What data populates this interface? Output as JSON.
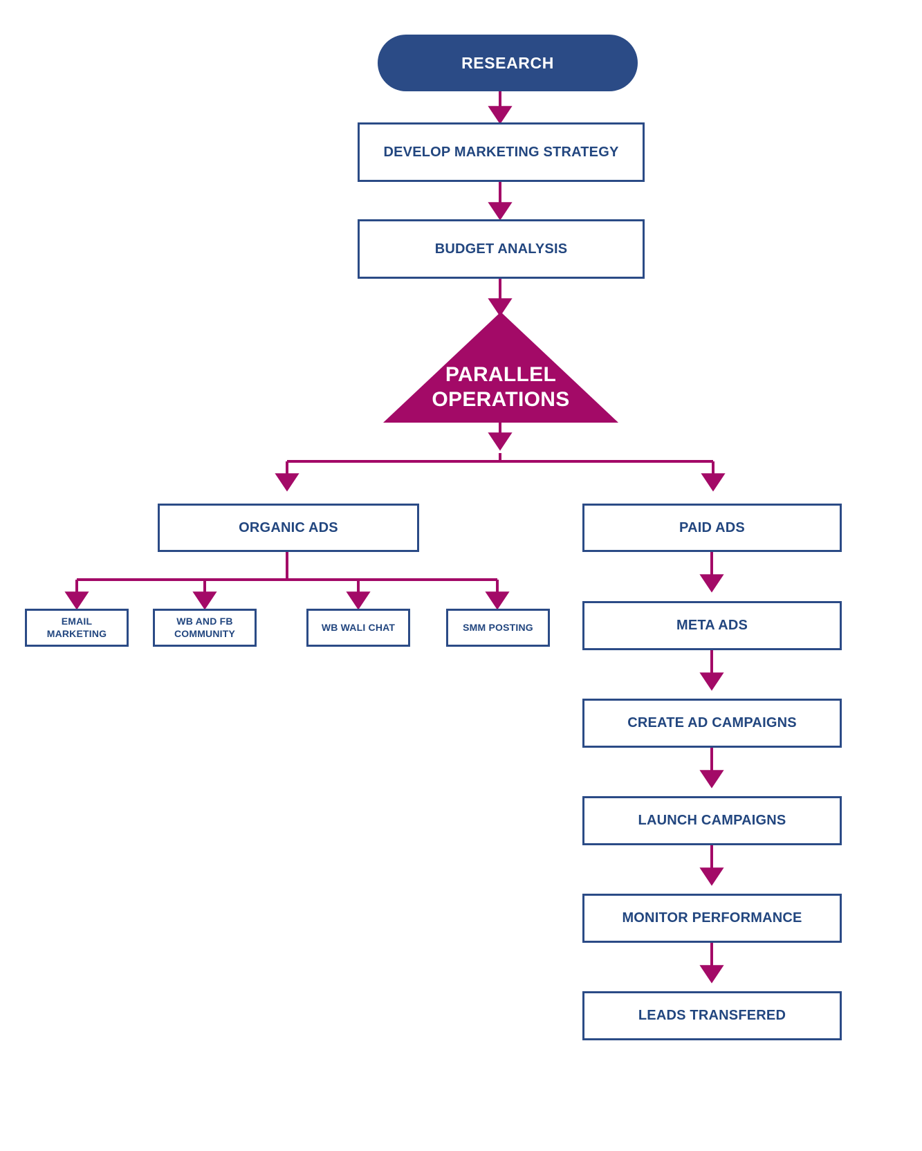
{
  "diagram": {
    "title": "Marketing Operations Flowchart",
    "colors": {
      "node_blue": "#2b4b86",
      "text_blue": "#22467f",
      "magenta": "#A30A67",
      "background": "#ffffff",
      "pill_fill": "#2b4b86",
      "triangle_fill": "#A30A67"
    },
    "nodes": {
      "research": "RESEARCH",
      "develop_marketing_strategy": "DEVELOP MARKETING STRATEGY",
      "budget_analysis": "BUDGET ANALYSIS",
      "parallel_operations_line1": "PARALLEL",
      "parallel_operations_line2": "OPERATIONS",
      "organic_ads": "ORGANIC ADS",
      "paid_ads": "PAID ADS",
      "email_marketing_line1": "EMAIL",
      "email_marketing_line2": "MARKETING",
      "wb_fb_community_line1": "WB AND FB",
      "wb_fb_community_line2": "COMMUNITY",
      "wb_wali_chat": "WB WALI CHAT",
      "smm_posting": "SMM POSTING",
      "meta_ads": "META ADS",
      "create_ad_campaigns": "CREATE AD CAMPAIGNS",
      "launch_campaigns": "LAUNCH CAMPAIGNS",
      "monitor_performance": "MONITOR PERFORMANCE",
      "leads_transfered": "LEADS TRANSFERED"
    },
    "flow": {
      "sequence": [
        "RESEARCH",
        "DEVELOP MARKETING STRATEGY",
        "BUDGET ANALYSIS",
        "PARALLEL OPERATIONS"
      ],
      "branches": [
        "ORGANIC ADS",
        "PAID ADS"
      ],
      "organic_children": [
        "EMAIL MARKETING",
        "WB AND FB COMMUNITY",
        "WB WALI CHAT",
        "SMM POSTING"
      ],
      "paid_chain": [
        "META ADS",
        "CREATE AD CAMPAIGNS",
        "LAUNCH CAMPAIGNS",
        "MONITOR PERFORMANCE",
        "LEADS TRANSFERED"
      ]
    }
  }
}
